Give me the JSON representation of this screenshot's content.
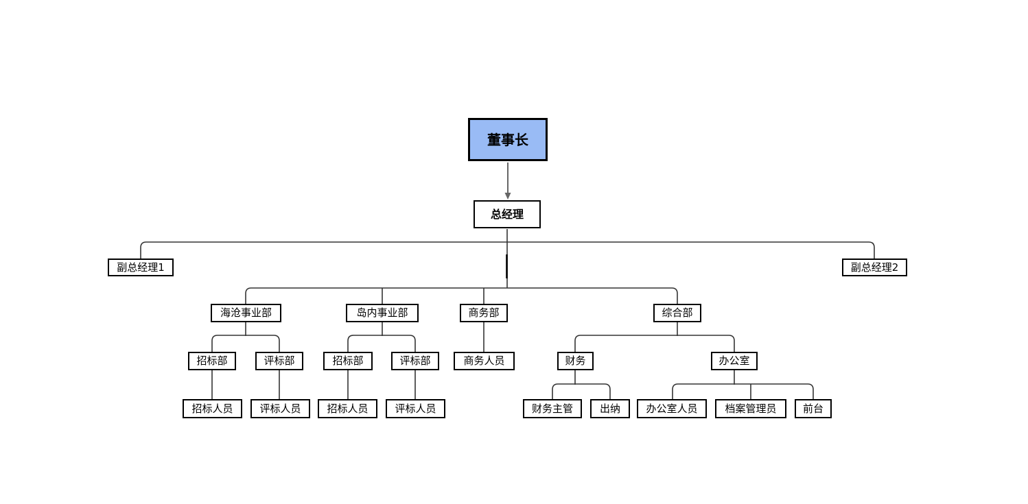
{
  "org_chart": {
    "type": "org-chart",
    "styles": {
      "background": "#ffffff",
      "chairman_fill": "#99BBF5",
      "box_fill": "#ffffff",
      "box_border": "#000000",
      "connector_color": "#333333",
      "arrow_connector_color": "#666666"
    },
    "nodes": {
      "chairman": {
        "label": "董事长"
      },
      "general_manager": {
        "label": "总经理"
      },
      "deputy_gm_1": {
        "label": "副总经理1"
      },
      "deputy_gm_2": {
        "label": "副总经理2"
      },
      "haicang_division": {
        "label": "海沧事业部"
      },
      "daonei_division": {
        "label": "岛内事业部"
      },
      "business_dept": {
        "label": "商务部"
      },
      "general_dept": {
        "label": "综合部"
      },
      "haicang_bidding_dept": {
        "label": "招标部"
      },
      "haicang_review_dept": {
        "label": "评标部"
      },
      "daonei_bidding_dept": {
        "label": "招标部"
      },
      "daonei_review_dept": {
        "label": "评标部"
      },
      "business_staff": {
        "label": "商务人员"
      },
      "finance": {
        "label": "财务"
      },
      "office": {
        "label": "办公室"
      },
      "haicang_bidding_staff": {
        "label": "招标人员"
      },
      "haicang_review_staff": {
        "label": "评标人员"
      },
      "daonei_bidding_staff": {
        "label": "招标人员"
      },
      "daonei_review_staff": {
        "label": "评标人员"
      },
      "finance_supervisor": {
        "label": "财务主管"
      },
      "cashier": {
        "label": "出纳"
      },
      "office_staff": {
        "label": "办公室人员"
      },
      "archives_admin": {
        "label": "档案管理员"
      },
      "front_desk": {
        "label": "前台"
      }
    },
    "edges": [
      [
        "chairman",
        "general_manager"
      ],
      [
        "general_manager",
        "deputy_gm_1"
      ],
      [
        "general_manager",
        "deputy_gm_2"
      ],
      [
        "general_manager",
        "haicang_division"
      ],
      [
        "general_manager",
        "daonei_division"
      ],
      [
        "general_manager",
        "business_dept"
      ],
      [
        "general_manager",
        "general_dept"
      ],
      [
        "haicang_division",
        "haicang_bidding_dept"
      ],
      [
        "haicang_division",
        "haicang_review_dept"
      ],
      [
        "haicang_bidding_dept",
        "haicang_bidding_staff"
      ],
      [
        "haicang_review_dept",
        "haicang_review_staff"
      ],
      [
        "daonei_division",
        "daonei_bidding_dept"
      ],
      [
        "daonei_division",
        "daonei_review_dept"
      ],
      [
        "daonei_bidding_dept",
        "daonei_bidding_staff"
      ],
      [
        "daonei_review_dept",
        "daonei_review_staff"
      ],
      [
        "business_dept",
        "business_staff"
      ],
      [
        "general_dept",
        "finance"
      ],
      [
        "general_dept",
        "office"
      ],
      [
        "finance",
        "finance_supervisor"
      ],
      [
        "finance",
        "cashier"
      ],
      [
        "office",
        "office_staff"
      ],
      [
        "office",
        "archives_admin"
      ],
      [
        "office",
        "front_desk"
      ]
    ]
  }
}
